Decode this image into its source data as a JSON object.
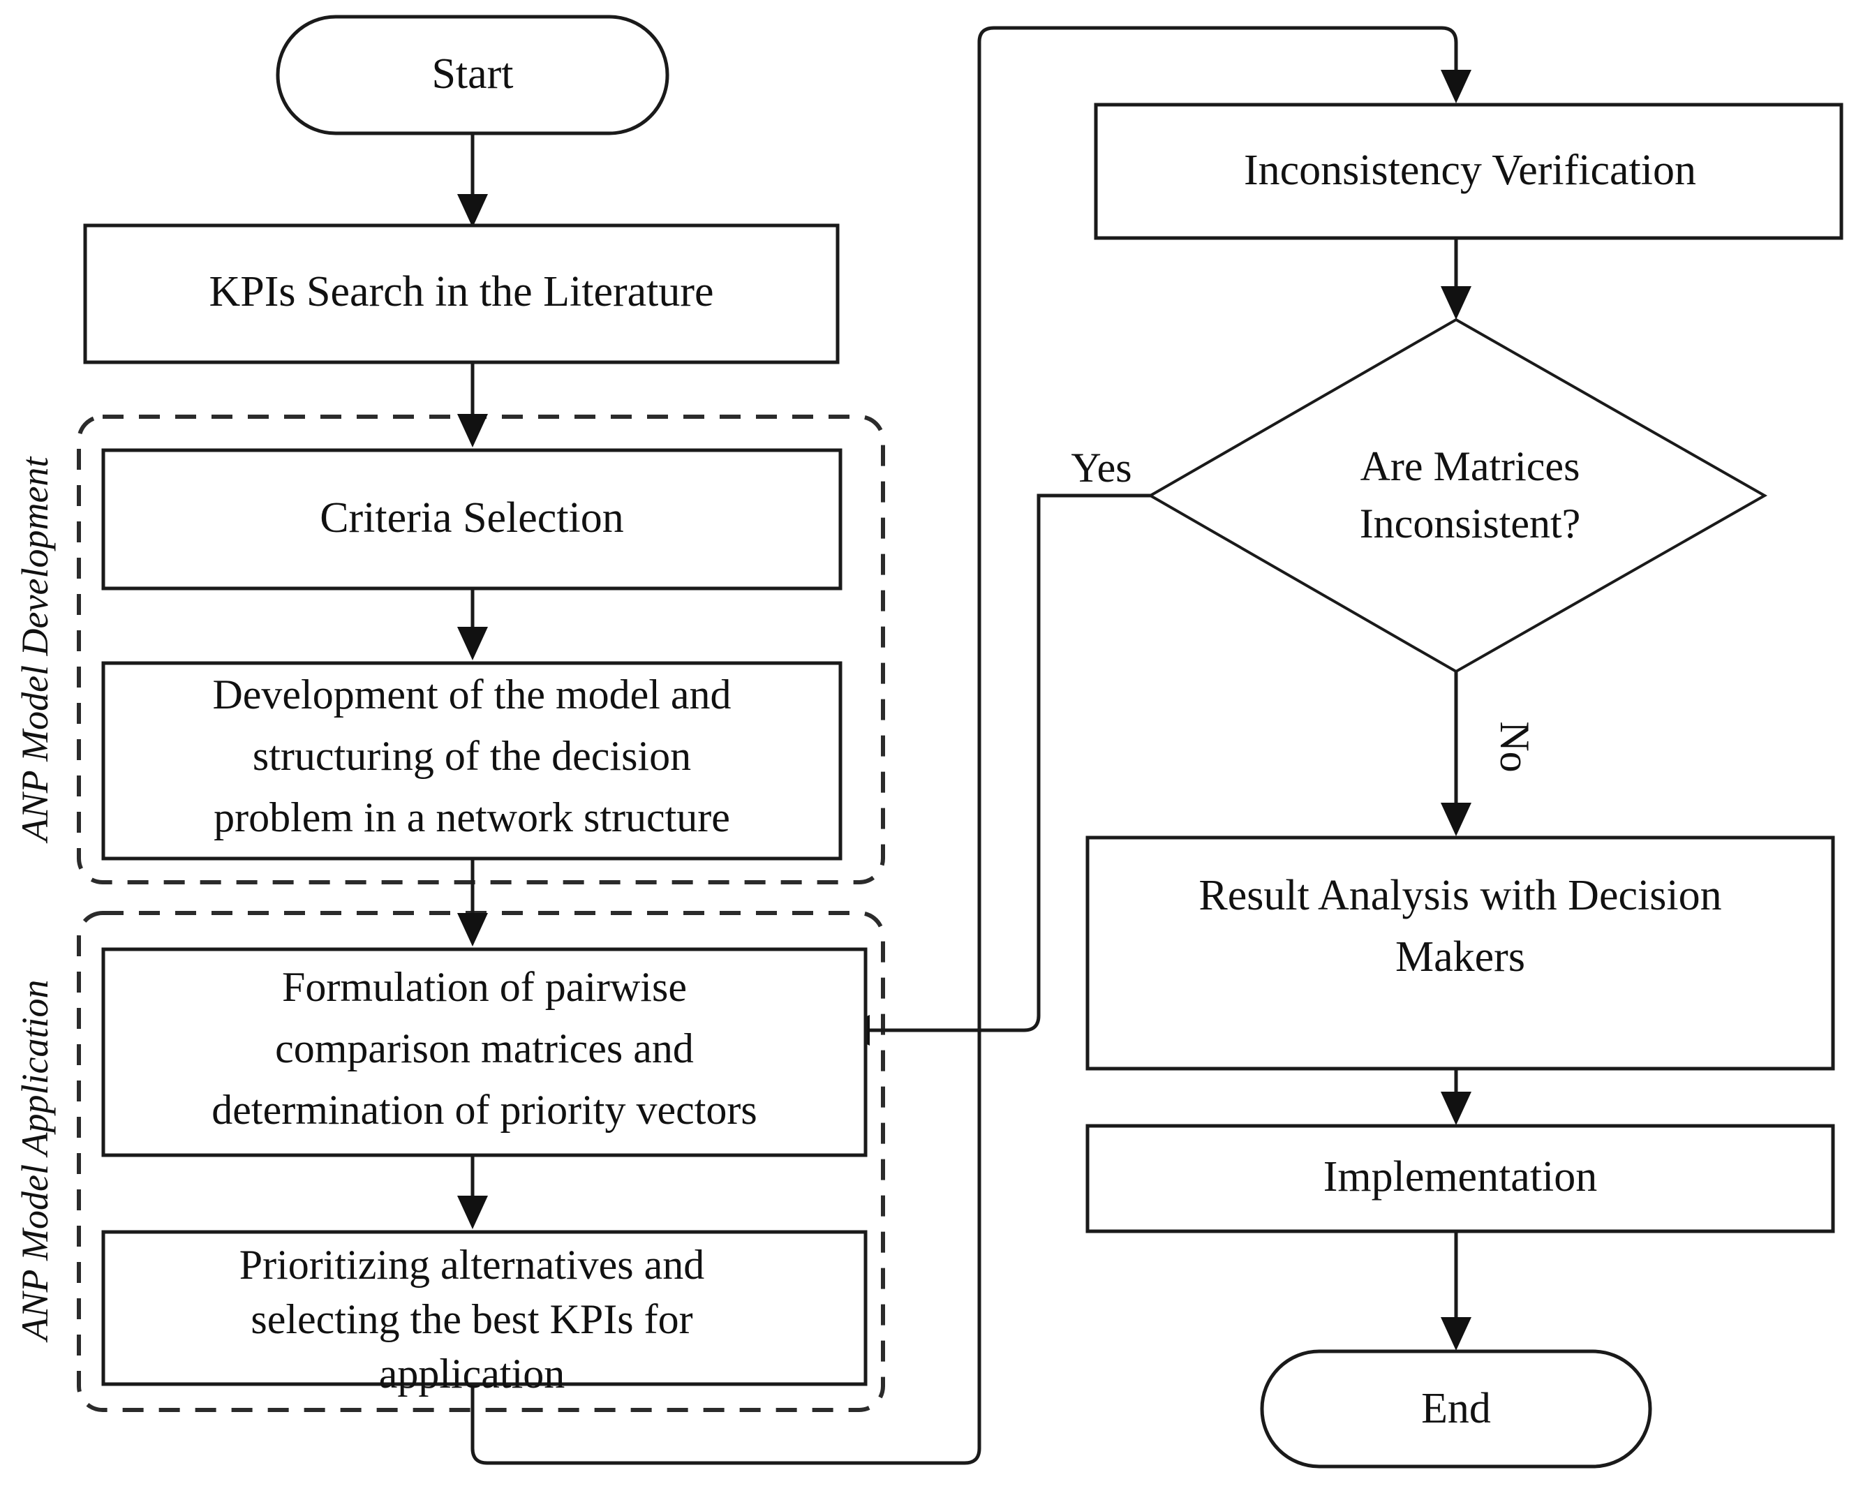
{
  "diagram": {
    "title": "ANP methodology flowchart for KPI selection",
    "type": "flowchart",
    "colors": {
      "stroke": "#1a1a1a",
      "group_stroke": "#2b2b2b",
      "fill": "#ffffff",
      "text": "#111111"
    }
  },
  "nodes": {
    "start": {
      "label": "Start",
      "shape": "terminator"
    },
    "kpi_search": {
      "label": "KPIs Search in the Literature",
      "shape": "process"
    },
    "criteria_selection": {
      "label": "Criteria Selection",
      "shape": "process"
    },
    "model_development": {
      "shape": "process",
      "lines": [
        "Development of the model and",
        "structuring of the decision",
        "problem in a network structure"
      ]
    },
    "pairwise_formulation": {
      "shape": "process",
      "lines": [
        "Formulation of pairwise",
        "comparison matrices and",
        "determination of priority vectors"
      ]
    },
    "prioritizing": {
      "shape": "process",
      "lines": [
        "Prioritizing alternatives and",
        "selecting the best KPIs for",
        "application"
      ]
    },
    "inconsistency_verification": {
      "label": "Inconsistency Verification",
      "shape": "process"
    },
    "decision": {
      "shape": "decision",
      "lines": [
        "Are Matrices",
        "Inconsistent?"
      ]
    },
    "result_analysis": {
      "shape": "process",
      "lines": [
        "Result Analysis with Decision",
        "Makers"
      ]
    },
    "implementation": {
      "label": "Implementation",
      "shape": "process"
    },
    "end": {
      "label": "End",
      "shape": "terminator"
    }
  },
  "groups": {
    "development": {
      "label": "ANP Model Development",
      "style": "dashed"
    },
    "application": {
      "label": "ANP Model Application",
      "style": "dashed"
    }
  },
  "edge_labels": {
    "yes": "Yes",
    "no": "No"
  }
}
